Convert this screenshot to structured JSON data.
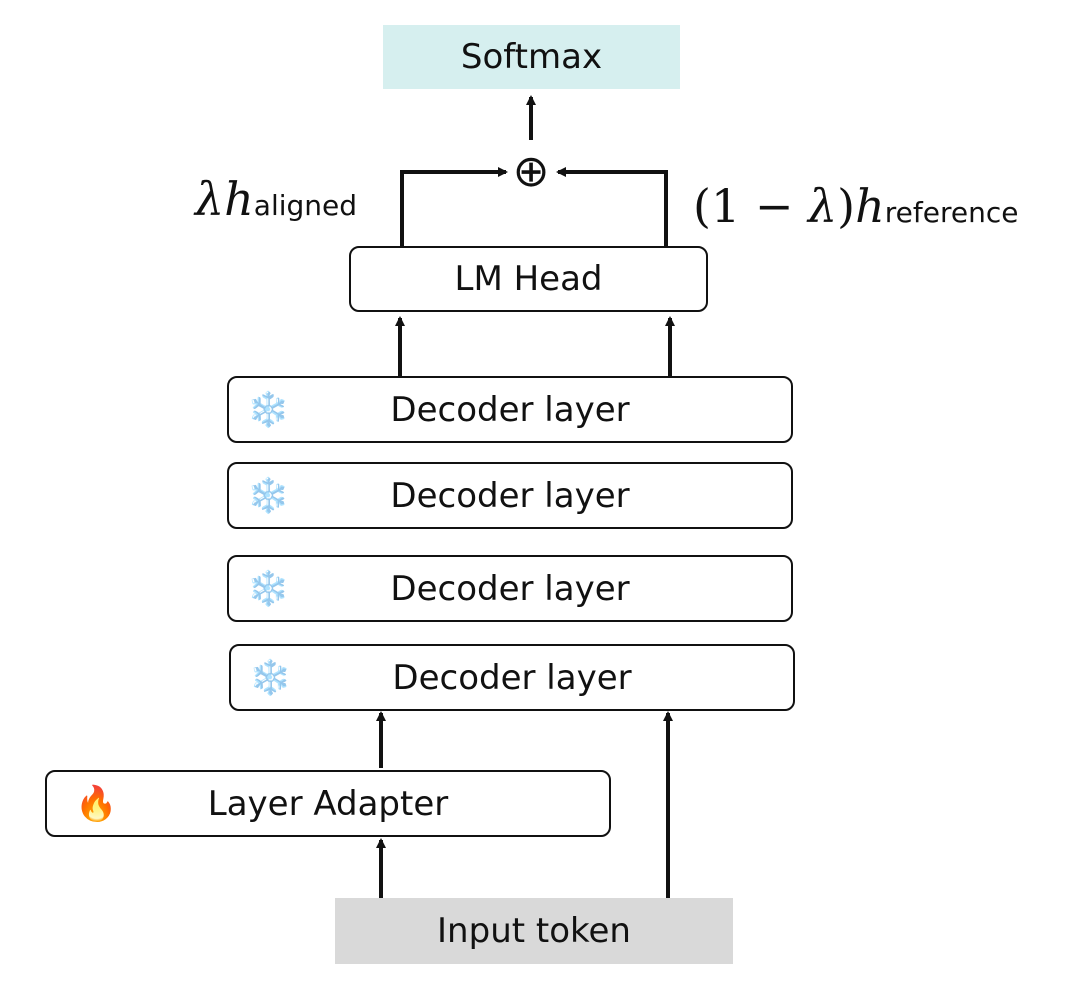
{
  "diagram": {
    "softmax": "Softmax",
    "lm_head": "LM Head",
    "decoder_layers": [
      {
        "label": "Decoder layer",
        "icon": "snowflake"
      },
      {
        "label": "Decoder layer",
        "icon": "snowflake"
      },
      {
        "label": "Decoder layer",
        "icon": "snowflake"
      },
      {
        "label": "Decoder layer",
        "icon": "snowflake"
      }
    ],
    "layer_adapter": {
      "label": "Layer Adapter",
      "icon": "fire"
    },
    "input_token": "Input token",
    "sum_symbol": "⊕",
    "left_term": {
      "lambda": "λ",
      "h": "h",
      "subscript": "aligned"
    },
    "right_term": {
      "prefix": "(1 − ",
      "lambda": "λ",
      "close": ")",
      "h": "h",
      "subscript": "reference"
    },
    "icons": {
      "frozen": "❄️",
      "trainable": "🔥"
    }
  }
}
